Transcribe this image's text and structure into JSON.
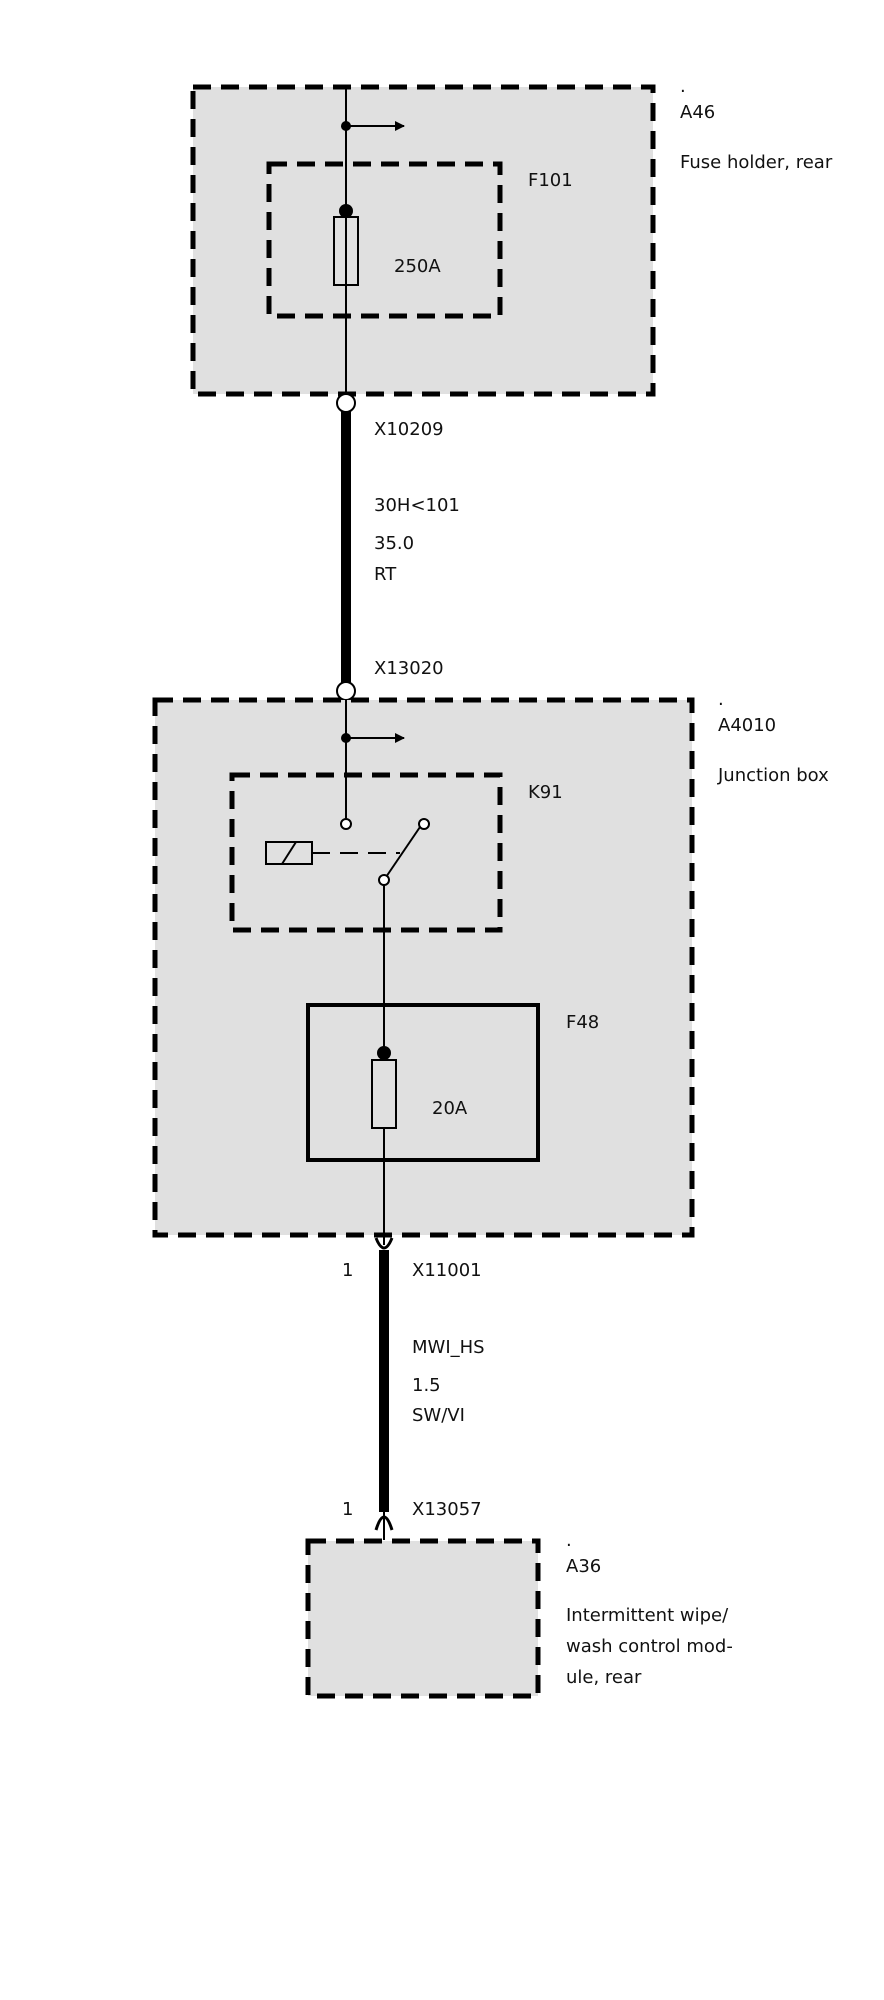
{
  "colors": {
    "line": "#000000",
    "fill": "#e0e0e0",
    "text": "#111111"
  },
  "a46": {
    "dot": ".",
    "id": "A46",
    "desc": "Fuse holder, rear"
  },
  "f101": {
    "id": "F101",
    "rating": "250A"
  },
  "wire1": {
    "from": "X10209",
    "signal": "30H<101",
    "size": "35.0",
    "color": "RT",
    "to": "X13020"
  },
  "a4010": {
    "dot": ".",
    "id": "A4010",
    "desc": "Junction box"
  },
  "k91": {
    "id": "K91"
  },
  "f48": {
    "id": "F48",
    "rating": "20A"
  },
  "wire2": {
    "pin_top": "1",
    "from": "X11001",
    "signal": "MWI_HS",
    "size": "1.5",
    "color": "SW/VI",
    "pin_bottom": "1",
    "to": "X13057"
  },
  "a36": {
    "dot": ".",
    "id": "A36",
    "desc_lines": [
      "Intermittent wipe/",
      "wash control mod-",
      "ule, rear"
    ]
  }
}
